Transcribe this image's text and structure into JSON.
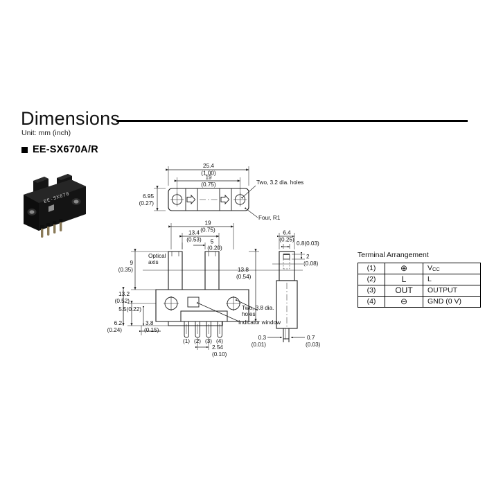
{
  "header": {
    "title": "Dimensions",
    "unit_note": "Unit: mm (inch)",
    "model": "EE-SX670A/R",
    "bullet_icon": "filled-square"
  },
  "photo": {
    "alt": "EE-SX670 photomicrosensor",
    "body_marking": "EE-SX670",
    "body_color": "#111111",
    "pin_color": "#8a7a58"
  },
  "drawings": {
    "top_view": {
      "dims": [
        {
          "name": "overall-length",
          "mm": "25.4",
          "inch": "(1.00)"
        },
        {
          "name": "hole-pitch",
          "mm": "19",
          "inch": "(0.75)"
        },
        {
          "name": "width",
          "mm": "6.95",
          "inch": "(0.27)"
        }
      ],
      "notes": [
        {
          "name": "holes-note",
          "text": "Two, 3.2 dia. holes"
        },
        {
          "name": "radius-note",
          "text": "Four, R1"
        }
      ]
    },
    "front_view": {
      "dims": [
        {
          "name": "hole-pitch",
          "mm": "19",
          "inch": "(0.75)"
        },
        {
          "name": "slot-outer",
          "mm": "13.4",
          "inch": "(0.53)"
        },
        {
          "name": "slot-width",
          "mm": "5",
          "inch": "(0.20)"
        },
        {
          "name": "slot-depth",
          "mm": "9",
          "inch": "(0.35)"
        },
        {
          "name": "body-height",
          "mm": "13.8",
          "inch": "(0.54)"
        },
        {
          "name": "hole-height",
          "mm": "13.2",
          "inch": "(0.52)"
        },
        {
          "name": "base-offset",
          "mm": "5.5",
          "inch": "(0.22)"
        },
        {
          "name": "pin-offset",
          "mm": "3.8",
          "inch": "(0.15)"
        },
        {
          "name": "total-height",
          "mm": "6.2",
          "inch": "(0.24)"
        },
        {
          "name": "pin-pitch",
          "mm": "2.54",
          "inch": "(0.10)"
        }
      ],
      "notes": [
        {
          "name": "optical-axis-note",
          "text": "Optical\naxis",
          "line1": "Optical",
          "line2": "axis"
        },
        {
          "name": "mount-holes-note",
          "line1": "Two, 3.8 dia.",
          "line2": "holes"
        },
        {
          "name": "indicator-note",
          "text": "Indicator window"
        }
      ],
      "pin_labels": [
        "(1)",
        "(2)",
        "(3)",
        "(4)"
      ]
    },
    "side_view": {
      "dims": [
        {
          "name": "top-width",
          "mm": "6.4",
          "inch": "(0.25)"
        },
        {
          "name": "tab-thickness",
          "mm": "0.8",
          "inch": "(0.03)",
          "combined": "0.8(0.03)"
        },
        {
          "name": "tab-height",
          "mm": "2",
          "inch": "(0.08)"
        },
        {
          "name": "pin-thickness",
          "mm": "0.3",
          "inch": "(0.01)"
        },
        {
          "name": "pin-width",
          "mm": "0.7",
          "inch": "(0.03)"
        }
      ]
    }
  },
  "terminal_arrangement": {
    "title": "Terminal Arrangement",
    "rows": [
      {
        "no": "(1)",
        "symbol": "⊕",
        "symbol_name": "plus-circle-icon",
        "name": "Vcc",
        "name_base": "V",
        "name_sub": "CC"
      },
      {
        "no": "(2)",
        "symbol": "L",
        "symbol_name": "letter-l",
        "name": "L",
        "name_base": "L",
        "name_sub": ""
      },
      {
        "no": "(3)",
        "symbol": "OUT",
        "symbol_name": "out-text",
        "name": "OUTPUT",
        "name_base": "OUTPUT",
        "name_sub": ""
      },
      {
        "no": "(4)",
        "symbol": "⊖",
        "symbol_name": "ground-circle-icon",
        "name": "GND (0 V)",
        "name_base": "GND (0 V)",
        "name_sub": ""
      }
    ]
  },
  "colors": {
    "line": "#1a1a1a",
    "text": "#111111",
    "bg": "#ffffff"
  }
}
